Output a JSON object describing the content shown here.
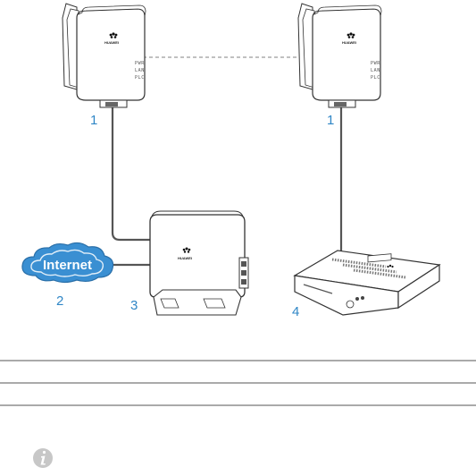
{
  "diagram": {
    "labels": {
      "powerline_left": "1",
      "powerline_right": "1",
      "internet": "2",
      "router": "3",
      "stb": "4"
    },
    "internet_text": "Internet",
    "brand_text": "HUAWEI",
    "adapter_indicators": [
      "PWR",
      "LAN",
      "PLC"
    ]
  },
  "icons": {
    "info": "info-icon"
  },
  "colors": {
    "accent": "#2f86c6",
    "cloud_fill": "#3a8fd2",
    "cable": "#555555",
    "rule": "#555555"
  }
}
